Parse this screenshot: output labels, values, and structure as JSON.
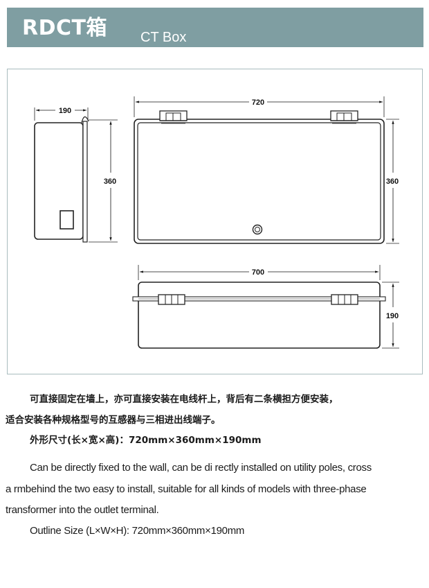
{
  "header": {
    "title": "RDCT箱",
    "subtitle": "CT Box"
  },
  "drawing": {
    "dim_side_width": "190",
    "dim_side_height": "360",
    "dim_front_width": "720",
    "dim_front_height": "360",
    "dim_bottom_width": "700",
    "dim_bottom_height": "190"
  },
  "description_zh": {
    "line1": "可直接固定在墙上，亦可直接安装在电线杆上，背后有二条横担方便安装，",
    "line2": "适合安装各种规格型号的互感器与三相进出线端子。",
    "line3": "外形尺寸(长×宽×高)：720mm×360mm×190mm"
  },
  "description_en": {
    "line1": "Can be directly fixed to the wall, can be di rectly installed on utility poles, cross",
    "line2": "a rmbehind the two easy to install, suitable for all kinds of models with three-phase",
    "line3": "transformer into the outlet terminal.",
    "line4": "Outline Size (L×W×H): 720mm×360mm×190mm"
  }
}
